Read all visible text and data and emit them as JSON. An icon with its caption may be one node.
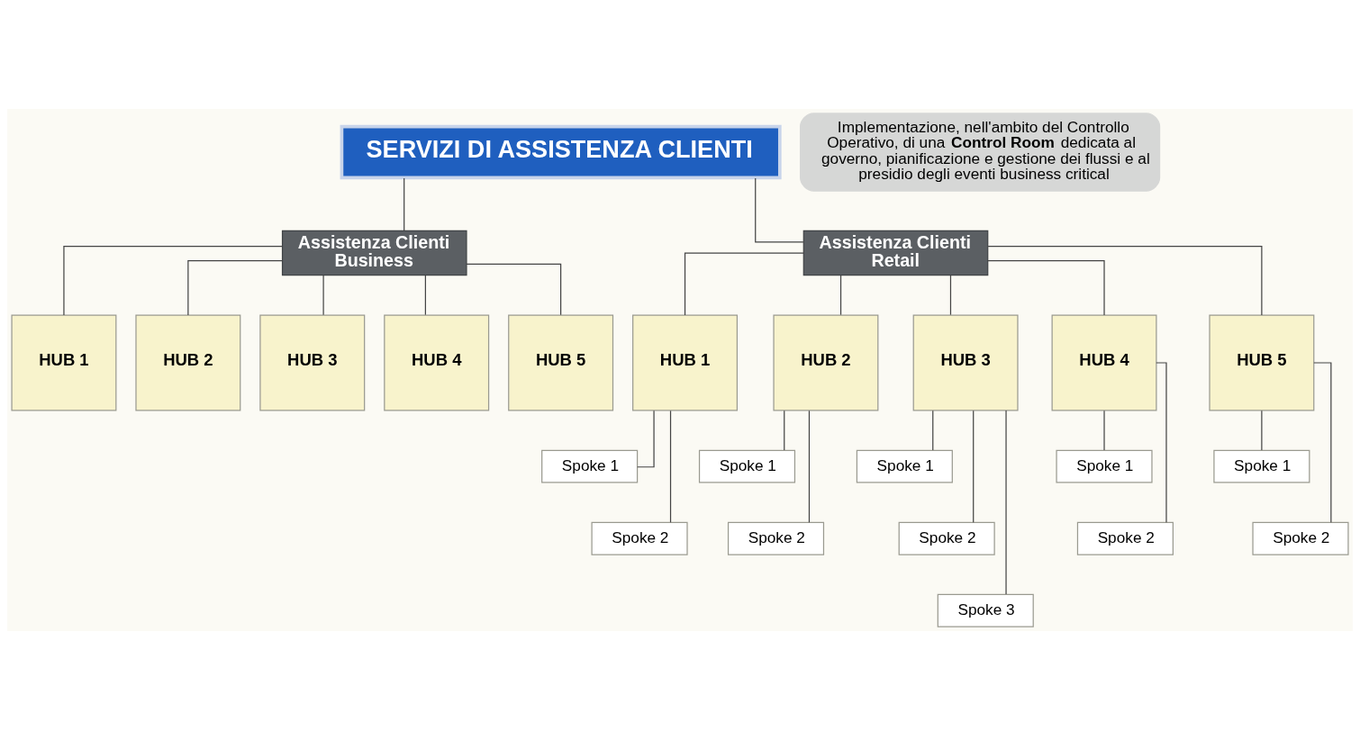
{
  "diagram": {
    "nodes": [
      {
        "text": [
          "SERVIZI DI ASSISTENZA CLIENTI"
        ]
      },
      {
        "text": [
          "Implementazione, nell'ambito del Controllo Operativo, di una **Control Room** dedicata al governo, pianificazione e gestione dei flussi e al presidio degli eventi business critical"
        ]
      },
      {
        "text": [
          "Assistenza Clienti Business"
        ]
      },
      {
        "text": [
          "Assistenza Clienti Retail"
        ]
      },
      {
        "text": [
          "HUB 1"
        ]
      },
      {
        "text": [
          "HUB 2"
        ]
      },
      {
        "text": [
          "HUB 3"
        ]
      },
      {
        "text": [
          "HUB 4"
        ]
      },
      {
        "text": [
          "HUB 5"
        ]
      },
      {
        "text": [
          "HUB 1"
        ]
      },
      {
        "text": [
          "HUB 2"
        ]
      },
      {
        "text": [
          "HUB 3"
        ]
      },
      {
        "text": [
          "HUB 4"
        ]
      },
      {
        "text": [
          "HUB 5"
        ]
      },
      {
        "text": [
          "Spoke 1"
        ]
      },
      {
        "text": [
          "Spoke 2"
        ]
      },
      {
        "text": [
          "Spoke 1"
        ]
      },
      {
        "text": [
          "Spoke 2"
        ]
      },
      {
        "text": [
          "Spoke 1"
        ]
      },
      {
        "text": [
          "Spoke 2"
        ]
      },
      {
        "text": [
          "Spoke 3"
        ]
      },
      {
        "text": [
          "Spoke 1"
        ]
      },
      {
        "text": [
          "Spoke 2"
        ]
      },
      {
        "text": [
          "Spoke 1"
        ]
      },
      {
        "text": [
          "Spoke 2"
        ]
      }
    ],
    "edges": [
      {
        "from": 0,
        "to": 2,
        "arrow": "none"
      },
      {
        "from": 0,
        "to": 3,
        "arrow": "none"
      },
      {
        "from": 2,
        "to": 4,
        "arrow": "none"
      },
      {
        "from": 2,
        "to": 5,
        "arrow": "none"
      },
      {
        "from": 2,
        "to": 6,
        "arrow": "none"
      },
      {
        "from": 2,
        "to": 7,
        "arrow": "none"
      },
      {
        "from": 2,
        "to": 8,
        "arrow": "none"
      },
      {
        "from": 3,
        "to": 9,
        "arrow": "none"
      },
      {
        "from": 3,
        "to": 10,
        "arrow": "none"
      },
      {
        "from": 3,
        "to": 11,
        "arrow": "none"
      },
      {
        "from": 3,
        "to": 12,
        "arrow": "none"
      },
      {
        "from": 3,
        "to": 13,
        "arrow": "none"
      },
      {
        "from": 9,
        "to": 14,
        "arrow": "none"
      },
      {
        "from": 9,
        "to": 15,
        "arrow": "none"
      },
      {
        "from": 10,
        "to": 16,
        "arrow": "none"
      },
      {
        "from": 10,
        "to": 17,
        "arrow": "none"
      },
      {
        "from": 11,
        "to": 18,
        "arrow": "none"
      },
      {
        "from": 11,
        "to": 19,
        "arrow": "none"
      },
      {
        "from": 11,
        "to": 20,
        "arrow": "none"
      },
      {
        "from": 12,
        "to": 21,
        "arrow": "none"
      },
      {
        "from": 12,
        "to": 22,
        "arrow": "none"
      },
      {
        "from": 13,
        "to": 23,
        "arrow": "none"
      },
      {
        "from": 13,
        "to": 24,
        "arrow": "none"
      }
    ]
  }
}
